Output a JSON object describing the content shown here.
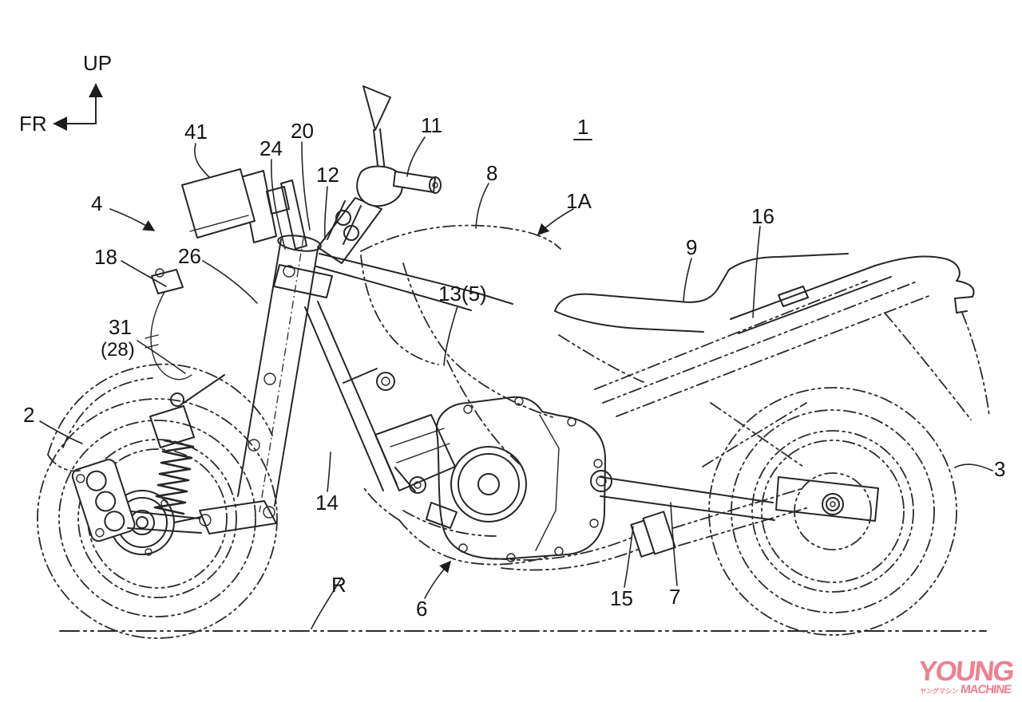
{
  "figure": {
    "number": "1"
  },
  "axes": {
    "up": "UP",
    "front": "FR"
  },
  "ground": {
    "label": "R"
  },
  "callouts": {
    "n41": "41",
    "n24": "24",
    "n20": "20",
    "n12": "12",
    "n11": "11",
    "n8": "8",
    "n1a": "1A",
    "n9": "9",
    "n16": "16",
    "n4": "4",
    "n18": "18",
    "n26": "26",
    "n31": "31",
    "n28": "(28)",
    "n13_5": "13(5)",
    "n2": "2",
    "n14": "14",
    "n6": "6",
    "n15": "15",
    "n7": "7",
    "n3": "3"
  },
  "watermark": {
    "line1": "YOUNG",
    "kana": "ヤングマシン",
    "line2": "MACHINE",
    "color": "#ed8190"
  },
  "style": {
    "line_color": "#262626",
    "background": "#ffffff"
  }
}
